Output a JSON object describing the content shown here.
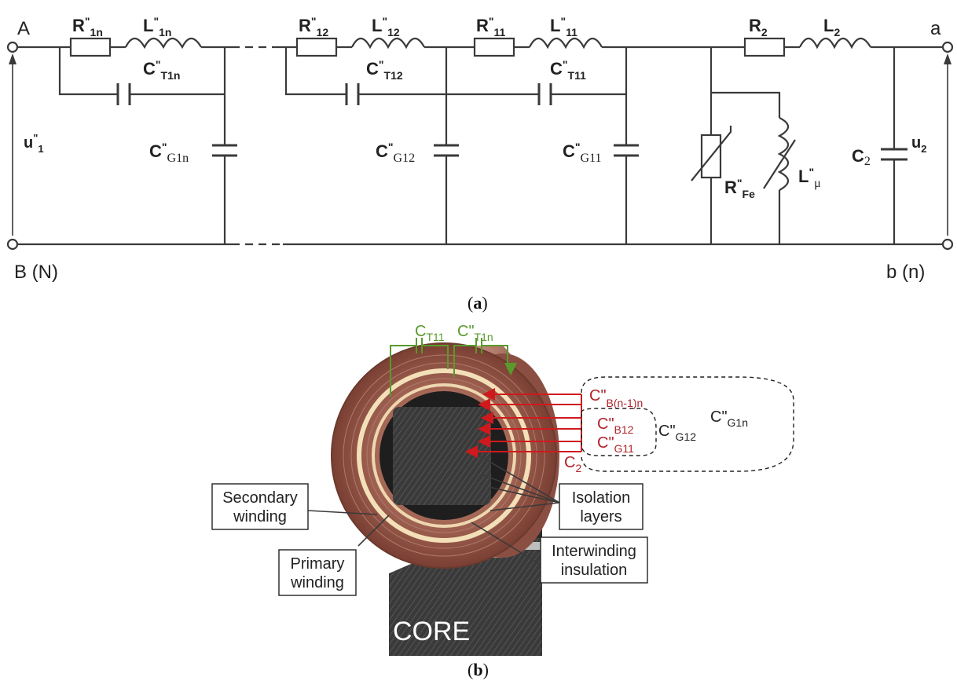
{
  "circuit": {
    "terminals": {
      "A": "A",
      "B": "B (N)",
      "a": "a",
      "b": "b (n)"
    },
    "voltages": {
      "u1_main": "u",
      "u1_sup": "\"",
      "u1_sub": "1",
      "u2_main": "u",
      "u2_sub": "2"
    },
    "resistors": [
      {
        "main": "R",
        "sup": "\"",
        "sub": "1n"
      },
      {
        "main": "R",
        "sup": "\"",
        "sub": "12"
      },
      {
        "main": "R",
        "sup": "\"",
        "sub": "11"
      },
      {
        "main": "R",
        "sup": "",
        "sub": "2"
      }
    ],
    "inductors": [
      {
        "main": "L",
        "sup": "\"",
        "sub": "1n"
      },
      {
        "main": "L",
        "sup": "\"",
        "sub": "12"
      },
      {
        "main": "L",
        "sup": "\"",
        "sub": "11"
      },
      {
        "main": "L",
        "sup": "",
        "sub": "2"
      }
    ],
    "series_caps": [
      {
        "main": "C",
        "sup": "\"",
        "sub": "T1n"
      },
      {
        "main": "C",
        "sup": "\"",
        "sub": "T12"
      },
      {
        "main": "C",
        "sup": "\"",
        "sub": "T11"
      }
    ],
    "shunt_caps": [
      {
        "main": "C",
        "sup": "\"",
        "sub": "G1n"
      },
      {
        "main": "C",
        "sup": "\"",
        "sub": "G12"
      },
      {
        "main": "C",
        "sup": "\"",
        "sub": "G11"
      },
      {
        "main": "C",
        "sup": "",
        "sub": "2"
      }
    ],
    "core_loss": {
      "main": "R",
      "sup": "\"",
      "sub": "Fe"
    },
    "magnetizing": {
      "main": "L",
      "sup": "\"",
      "sub": "μ"
    }
  },
  "captions": {
    "a": "a",
    "b": "b"
  },
  "winding_figure": {
    "green_caps": [
      {
        "main": "C",
        "sub": "T11"
      },
      {
        "main": "C\"",
        "sub": "T1n"
      }
    ],
    "red_caps": [
      {
        "main": "C\"",
        "sub": "B(n-1)n"
      },
      {
        "main": "C\"",
        "sub": "B12"
      },
      {
        "main": "C\"",
        "sub": "G11"
      },
      {
        "main": "C",
        "sub": "2"
      }
    ],
    "group_caps": [
      {
        "main": "C\"",
        "sub": "G12"
      },
      {
        "main": "C\"",
        "sub": "G1n"
      }
    ],
    "boxes": {
      "secondary": [
        "Secondary",
        "winding"
      ],
      "primary": [
        "Primary",
        "winding"
      ],
      "isolation": [
        "Isolation",
        "layers"
      ],
      "interwinding": [
        "Interwinding",
        "insulation"
      ]
    },
    "core_label": "CORE"
  },
  "colors": {
    "wire": "#3a3a3a",
    "red": "#d0191c",
    "green": "#5a9a2c",
    "copper": "#9a5a4a"
  }
}
